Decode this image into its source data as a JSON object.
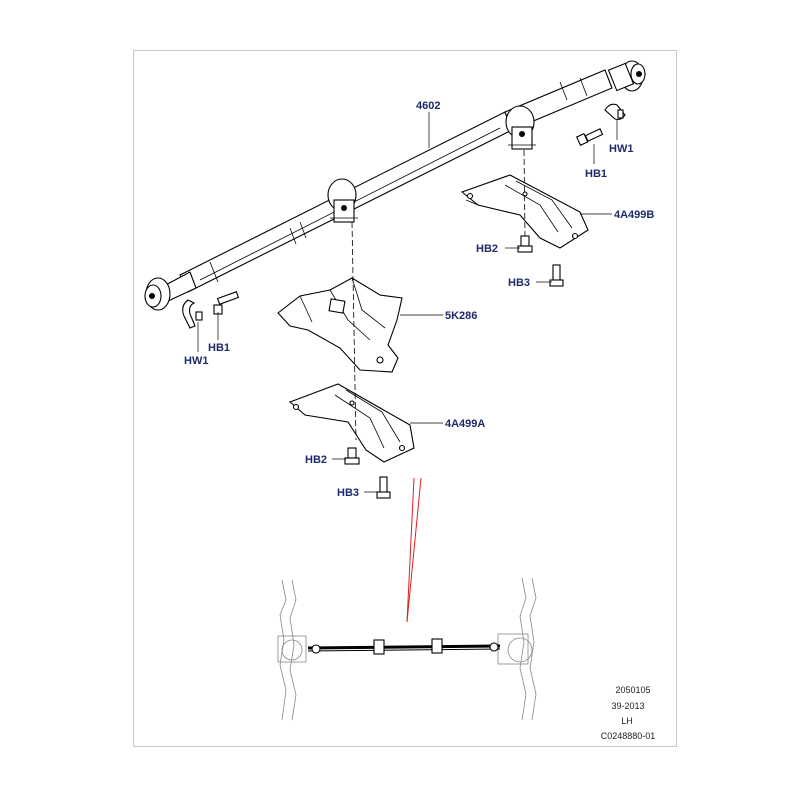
{
  "labels": {
    "shaft": "4602",
    "hw1_right": "HW1",
    "hb1_right": "HB1",
    "bracket_b": "4A499B",
    "hb2_right": "HB2",
    "hb3_right": "HB3",
    "shield": "5K286",
    "hw1_left": "HW1",
    "hb1_left": "HB1",
    "bracket_a": "4A499A",
    "hb2_left": "HB2",
    "hb3_left": "HB3"
  },
  "caption": {
    "line1": "2050105",
    "line2": "39-2013",
    "line3": "LH",
    "line4": "C0248880-01"
  },
  "colors": {
    "label": "#1f2a6b",
    "highlight": "#e02020",
    "line": "#000000"
  }
}
